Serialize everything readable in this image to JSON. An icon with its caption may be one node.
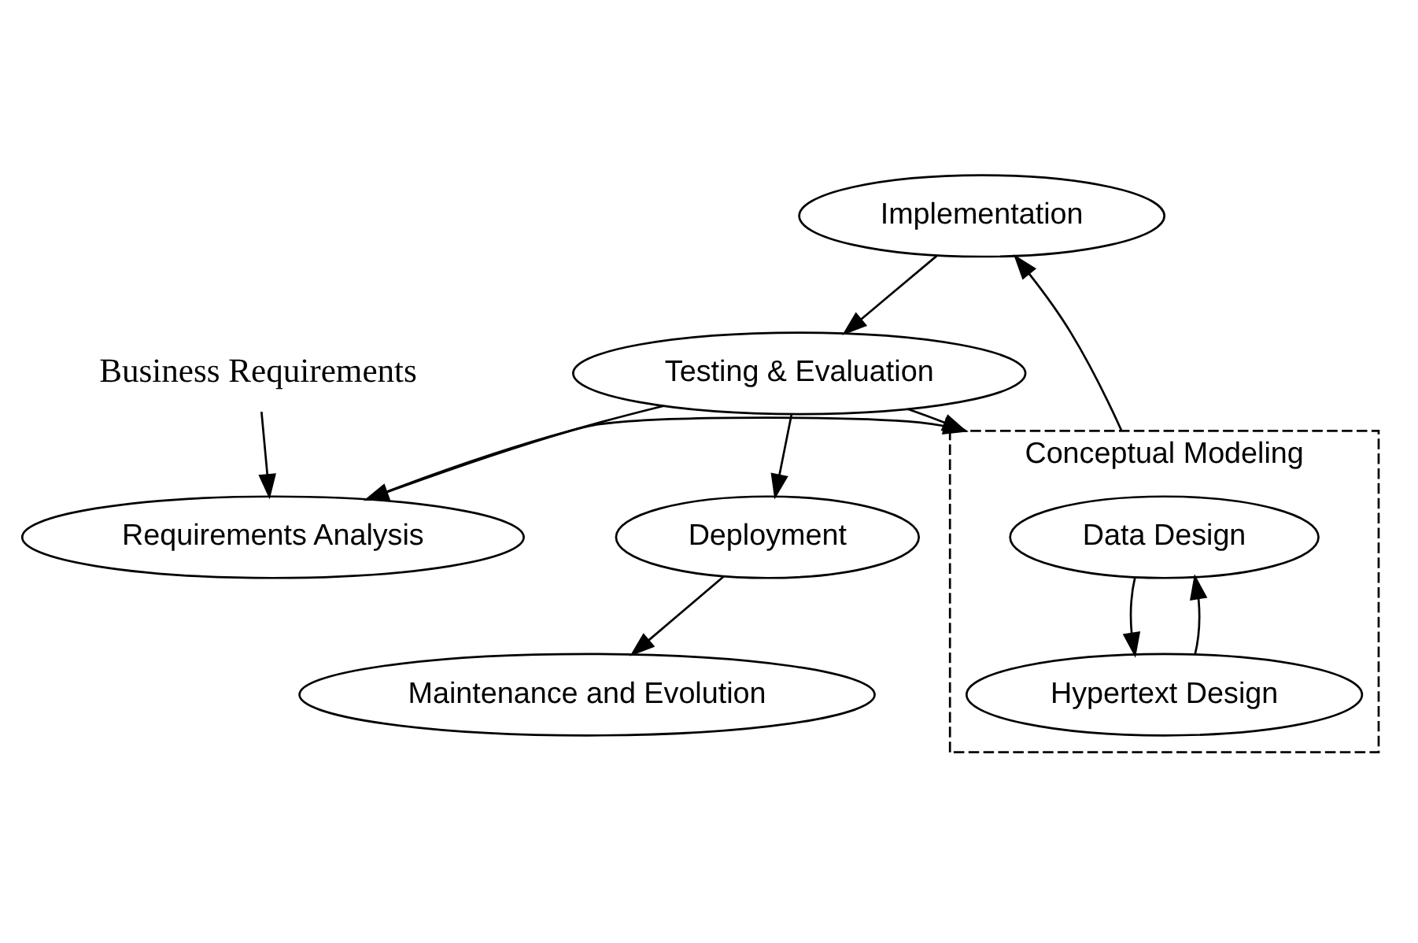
{
  "diagram": {
    "nodes": [
      {
        "text": [
          "Business Requirements"
        ]
      },
      {
        "text": [
          "Requirements Analysis"
        ]
      },
      {
        "text": [
          "Conceptual Modeling"
        ]
      },
      {
        "text": [
          "Data Design"
        ],
        "in": 2
      },
      {
        "text": [
          "Hypertext Design"
        ],
        "in": 2
      },
      {
        "text": [
          "Implementation"
        ]
      },
      {
        "text": [
          "Testing & Evaluation"
        ]
      },
      {
        "text": [
          "Deployment"
        ]
      },
      {
        "text": [
          "Maintenance and Evolution"
        ]
      }
    ],
    "edges": [
      {
        "from": 0,
        "to": 1,
        "arrow": "to"
      },
      {
        "from": 1,
        "to": 2,
        "arrow": "to"
      },
      {
        "from": 3,
        "to": 4,
        "arrow": "to"
      },
      {
        "from": 4,
        "to": 3,
        "arrow": "to"
      },
      {
        "from": 2,
        "to": 5,
        "arrow": "to"
      },
      {
        "from": 5,
        "to": 6,
        "arrow": "to"
      },
      {
        "from": 6,
        "to": 2,
        "arrow": "to"
      },
      {
        "from": 6,
        "to": 1,
        "arrow": "to"
      },
      {
        "from": 6,
        "to": 7,
        "arrow": "to"
      },
      {
        "from": 7,
        "to": 8,
        "arrow": "to"
      }
    ]
  }
}
